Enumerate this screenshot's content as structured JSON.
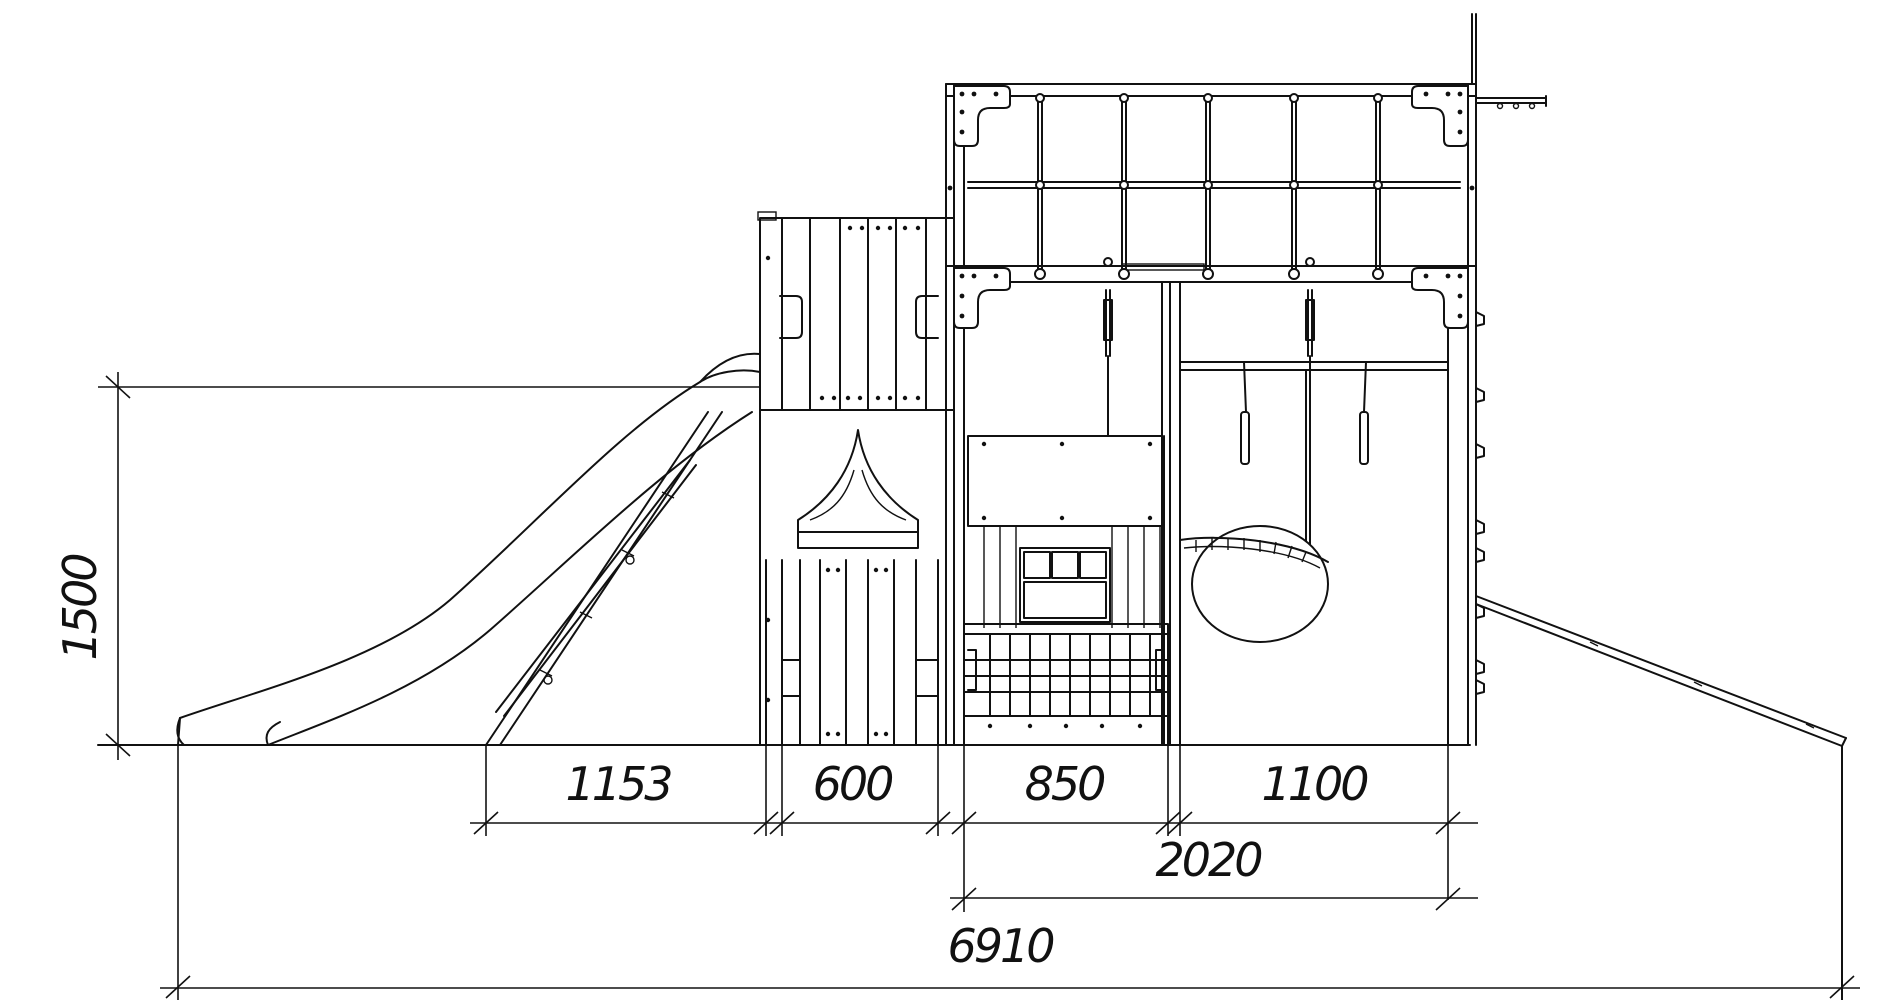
{
  "dimensions": {
    "height": "1500",
    "slide_length": "1153",
    "tower_width": "600",
    "climber_width": "850",
    "swing_width": "1100",
    "frame_width": "2020",
    "total_length": "6910"
  },
  "colors": {
    "line": "#111111",
    "background": "#ffffff"
  }
}
